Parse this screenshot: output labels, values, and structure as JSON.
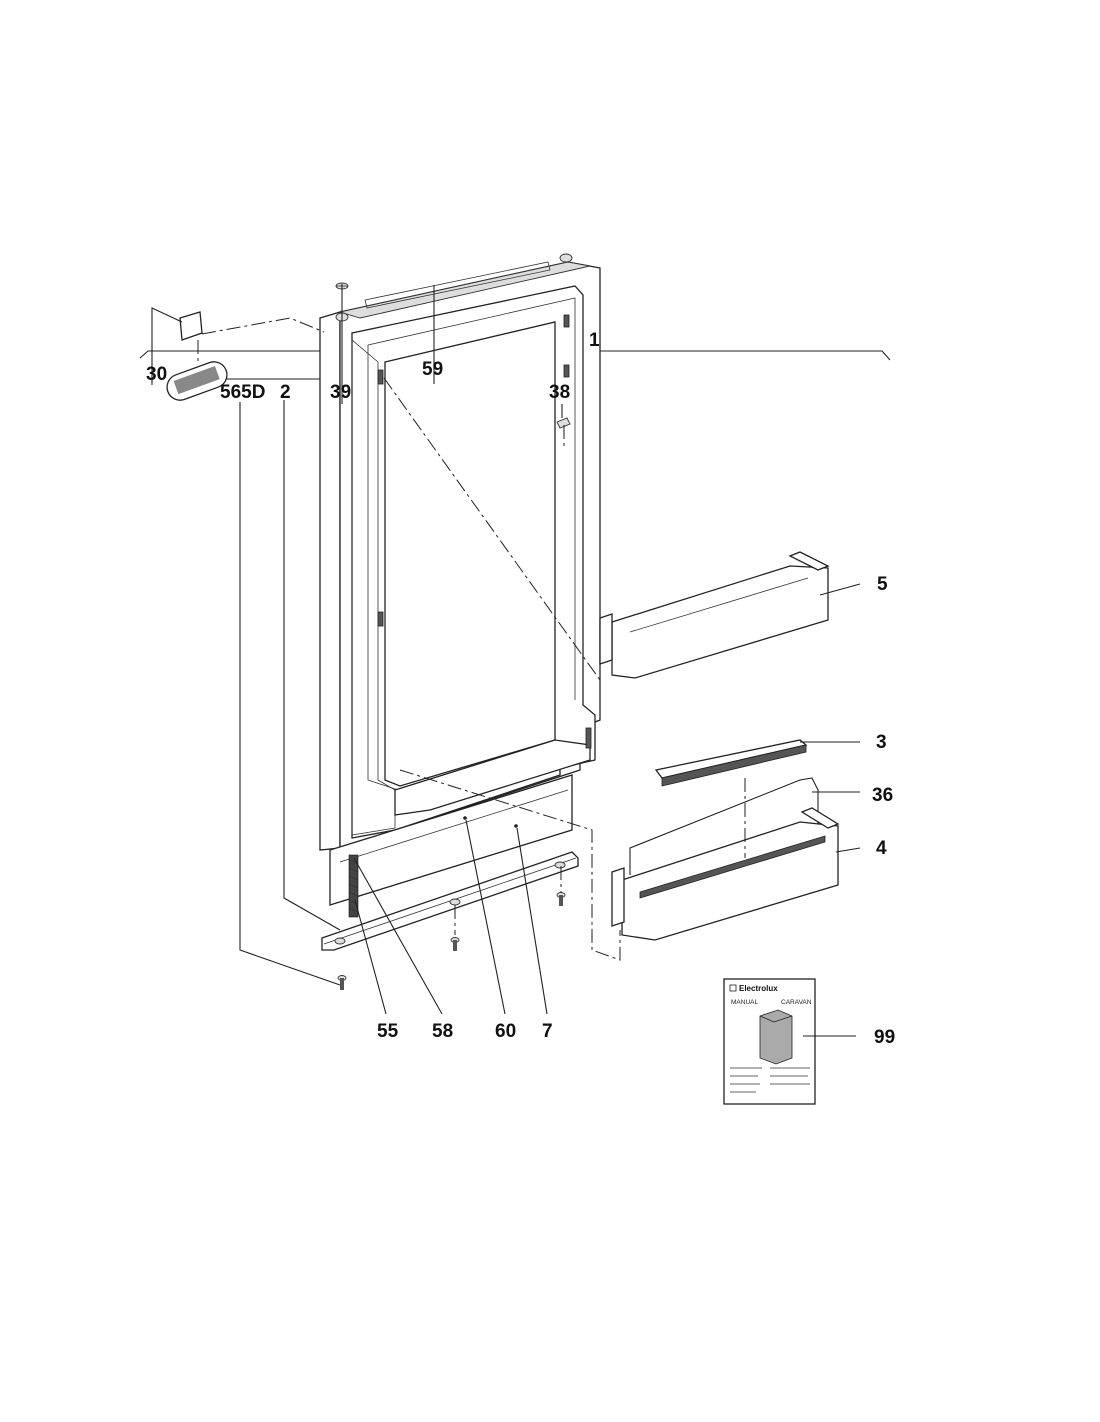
{
  "callouts": [
    {
      "id": "c1",
      "text": "1"
    },
    {
      "id": "c30",
      "text": "30"
    },
    {
      "id": "c59",
      "text": "59"
    },
    {
      "id": "c565d",
      "text": "565D"
    },
    {
      "id": "c2",
      "text": "2"
    },
    {
      "id": "c39",
      "text": "39"
    },
    {
      "id": "c38",
      "text": "38"
    },
    {
      "id": "c5",
      "text": "5"
    },
    {
      "id": "c3",
      "text": "3"
    },
    {
      "id": "c36",
      "text": "36"
    },
    {
      "id": "c4",
      "text": "4"
    },
    {
      "id": "c99",
      "text": "99"
    },
    {
      "id": "c55",
      "text": "55"
    },
    {
      "id": "c58",
      "text": "58"
    },
    {
      "id": "c60",
      "text": "60"
    },
    {
      "id": "c7",
      "text": "7"
    }
  ],
  "manual": {
    "brand": "Electrolux",
    "left": "MANUAL",
    "right": "CARAVAN"
  },
  "colors": {
    "ink": "#222222",
    "paper": "#ffffff"
  }
}
